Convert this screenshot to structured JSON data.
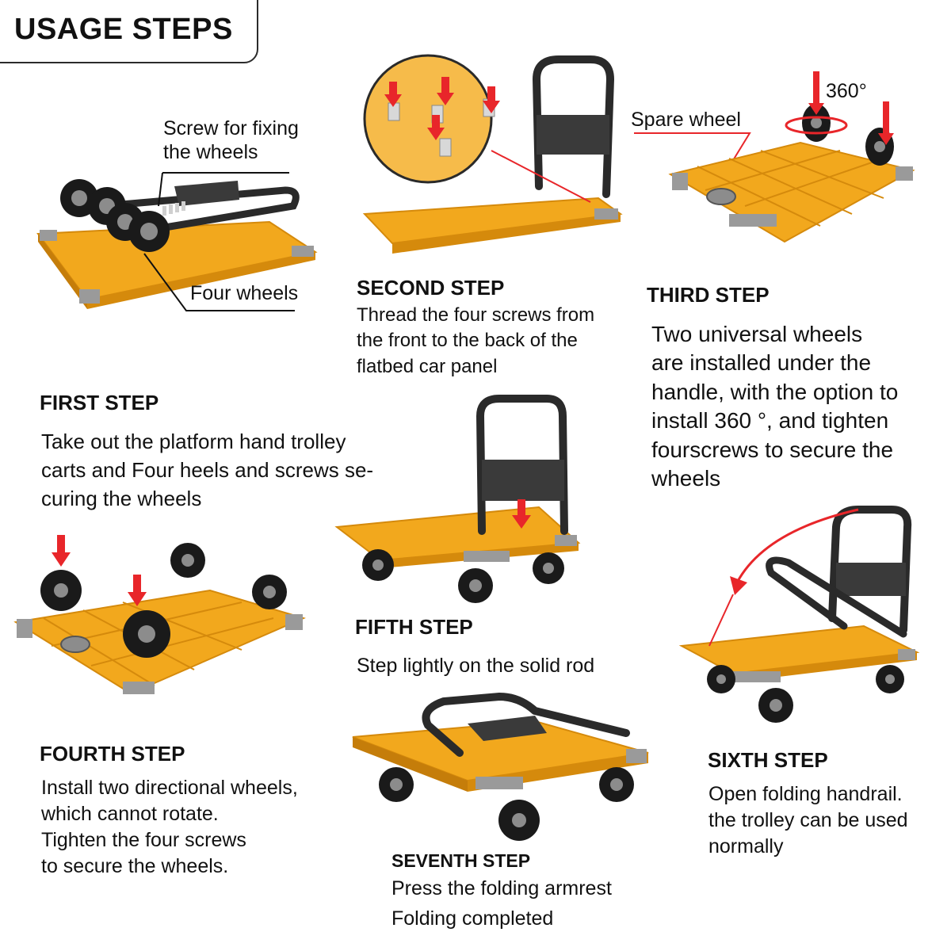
{
  "header": {
    "title": "USAGE STEPS"
  },
  "callouts": {
    "screw_fixing_line1": "Screw for fixing",
    "screw_fixing_line2": "the wheels",
    "four_wheels": "Four wheels",
    "spare_wheel": "Spare wheel",
    "rotation": "360°"
  },
  "steps": {
    "first": {
      "heading": "FIRST STEP",
      "lines": [
        "Take out the platform hand trolley",
        "carts and Four heels and screws se-",
        "curing the wheels"
      ]
    },
    "second": {
      "heading": "SECOND STEP",
      "lines": [
        "Thread the four screws from",
        "the front to the back of the",
        "flatbed car panel"
      ]
    },
    "third": {
      "heading": "THIRD STEP",
      "lines": [
        "Two universal wheels",
        "are installed under the",
        "handle, with the option to",
        "install 360 °, and tighten",
        "fourscrews to secure the",
        "wheels"
      ]
    },
    "fourth": {
      "heading": "FOURTH STEP",
      "lines": [
        "Install two directional wheels,",
        "which cannot rotate.",
        "Tighten the four screws",
        "to secure the wheels."
      ]
    },
    "fifth": {
      "heading": "FIFTH STEP",
      "lines": [
        "Step lightly on the solid rod"
      ]
    },
    "sixth": {
      "heading": "SIXTH STEP",
      "lines": [
        "Open folding handrail.",
        "the trolley can be used",
        "normally"
      ]
    },
    "seventh": {
      "heading": "SEVENTH STEP",
      "lines": [
        "Press the folding armrest",
        "Folding completed"
      ]
    }
  },
  "colors": {
    "platform": "#f2a81d",
    "platform_edge": "#d58a0c",
    "bumper": "#9a9a9a",
    "metal": "#2a2a2a",
    "arrow": "#e8262a",
    "wheel": "#1a1a1a",
    "hub": "#8c8c8c"
  }
}
